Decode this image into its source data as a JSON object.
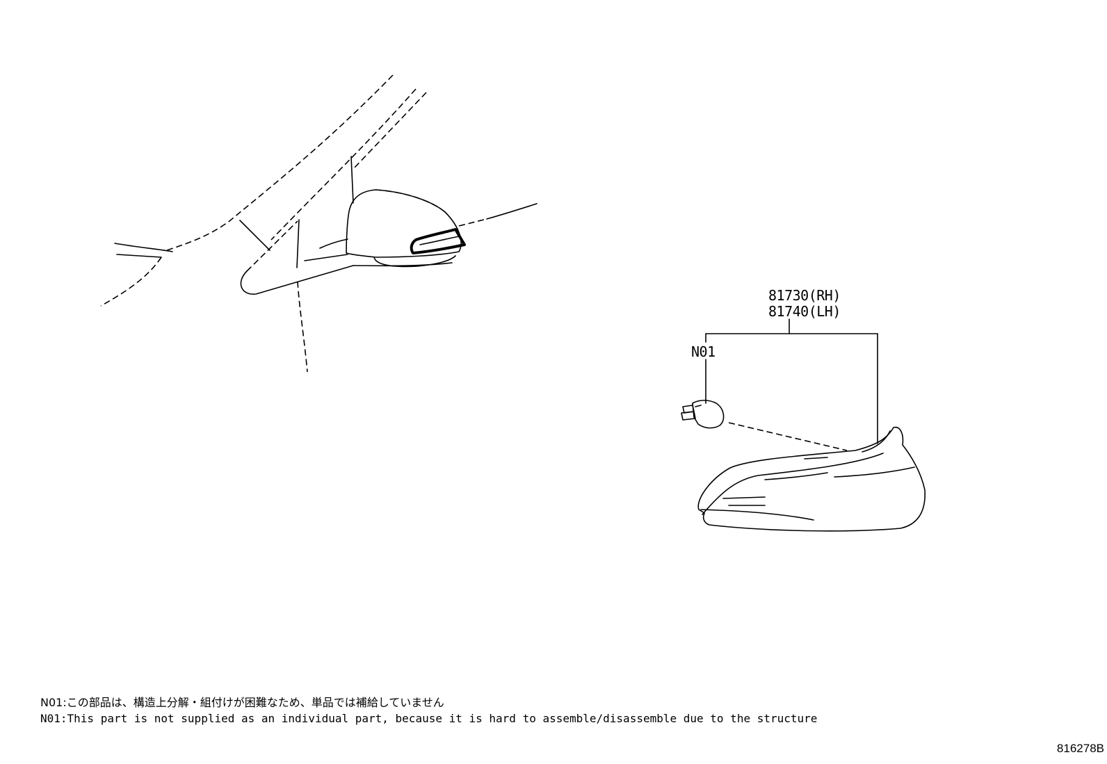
{
  "callouts": {
    "part_rh": "81730(RH)",
    "part_lh": "81740(LH)",
    "bulb": "N01"
  },
  "notes": {
    "jp": "N01:この部品は、構造上分解・組付けが困難なため、単品では補給していません",
    "en": "N01:This part is not supplied as an individual part, because it is hard to assemble/disassemble due to the structure"
  },
  "diagram_id": "816278B",
  "icons": {
    "vehicle": "door-mirror-location-icon",
    "lamp": "side-turn-signal-lamp-icon",
    "bulb": "wedge-bulb-icon"
  }
}
